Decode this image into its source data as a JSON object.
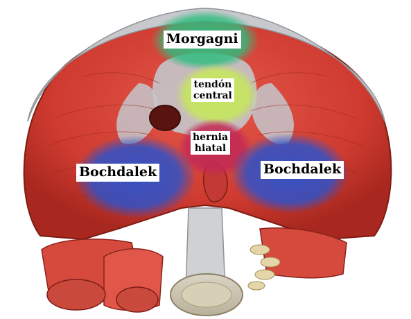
{
  "labels": {
    "morgagni": "Morgagni",
    "tendon_central": [
      "tendón",
      "central"
    ],
    "hernia_hiatal": [
      "hernia",
      "hiatal"
    ],
    "bochdalek_left": "Bochdalek",
    "bochdalek_right": "Bochdalek"
  },
  "colors": {
    "morgagni_zone": "#2ebd7f",
    "tendon_zone": "#c6e85a",
    "hiatal_zone": "#c22a55",
    "bochdalek_zone": "#2f52c8",
    "muscle": "#d8453a",
    "tendon": "#b9bdc2"
  }
}
